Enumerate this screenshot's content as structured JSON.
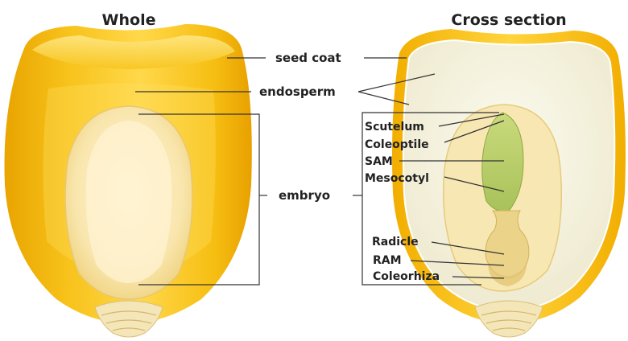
{
  "titles": {
    "whole": "Whole",
    "cross_section": "Cross section"
  },
  "labels": {
    "seed_coat": "seed coat",
    "endosperm": "endosperm",
    "embryo": "embryo",
    "scutelum": "Scutelum",
    "coleoptile": "Coleoptile",
    "sam": "SAM",
    "mesocotyl": "Mesocotyl",
    "radicle": "Radicle",
    "ram": "RAM",
    "coleorhiza": "Coleorhiza"
  },
  "colors": {
    "kernel_outer": "#F2B705",
    "kernel_light": "#FFE27A",
    "embryo_cream": "#F8E7B0",
    "endosperm_cut": "#F3F0DC",
    "shoot_green": "#B8CF6A",
    "tip_cream": "#F4E6B8"
  }
}
